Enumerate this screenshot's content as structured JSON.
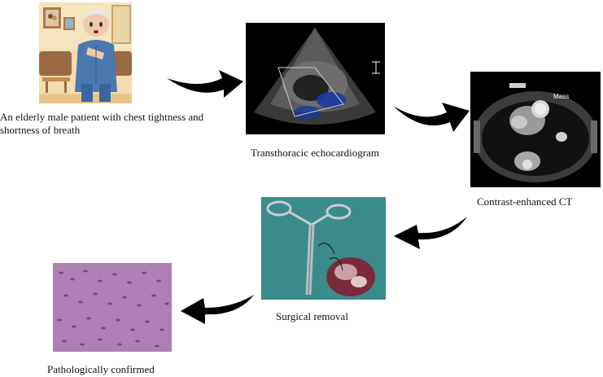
{
  "steps": [
    {
      "caption": "An elderly male patient with chest tightness and shortness of breath",
      "image": "cartoon-patient-chest-pain"
    },
    {
      "caption": "Transthoracic echocardiogram",
      "image": "echocardiogram-ultrasound"
    },
    {
      "caption": "Contrast-enhanced CT",
      "image": "ct-scan-chest",
      "overlay_label": "Mass"
    },
    {
      "caption": "Surgical removal",
      "image": "resected-tumor-with-forceps"
    },
    {
      "caption": "Pathologically confirmed",
      "image": "histology-slide"
    }
  ],
  "colors": {
    "arrow": "#000000",
    "background": "#ffffff"
  }
}
